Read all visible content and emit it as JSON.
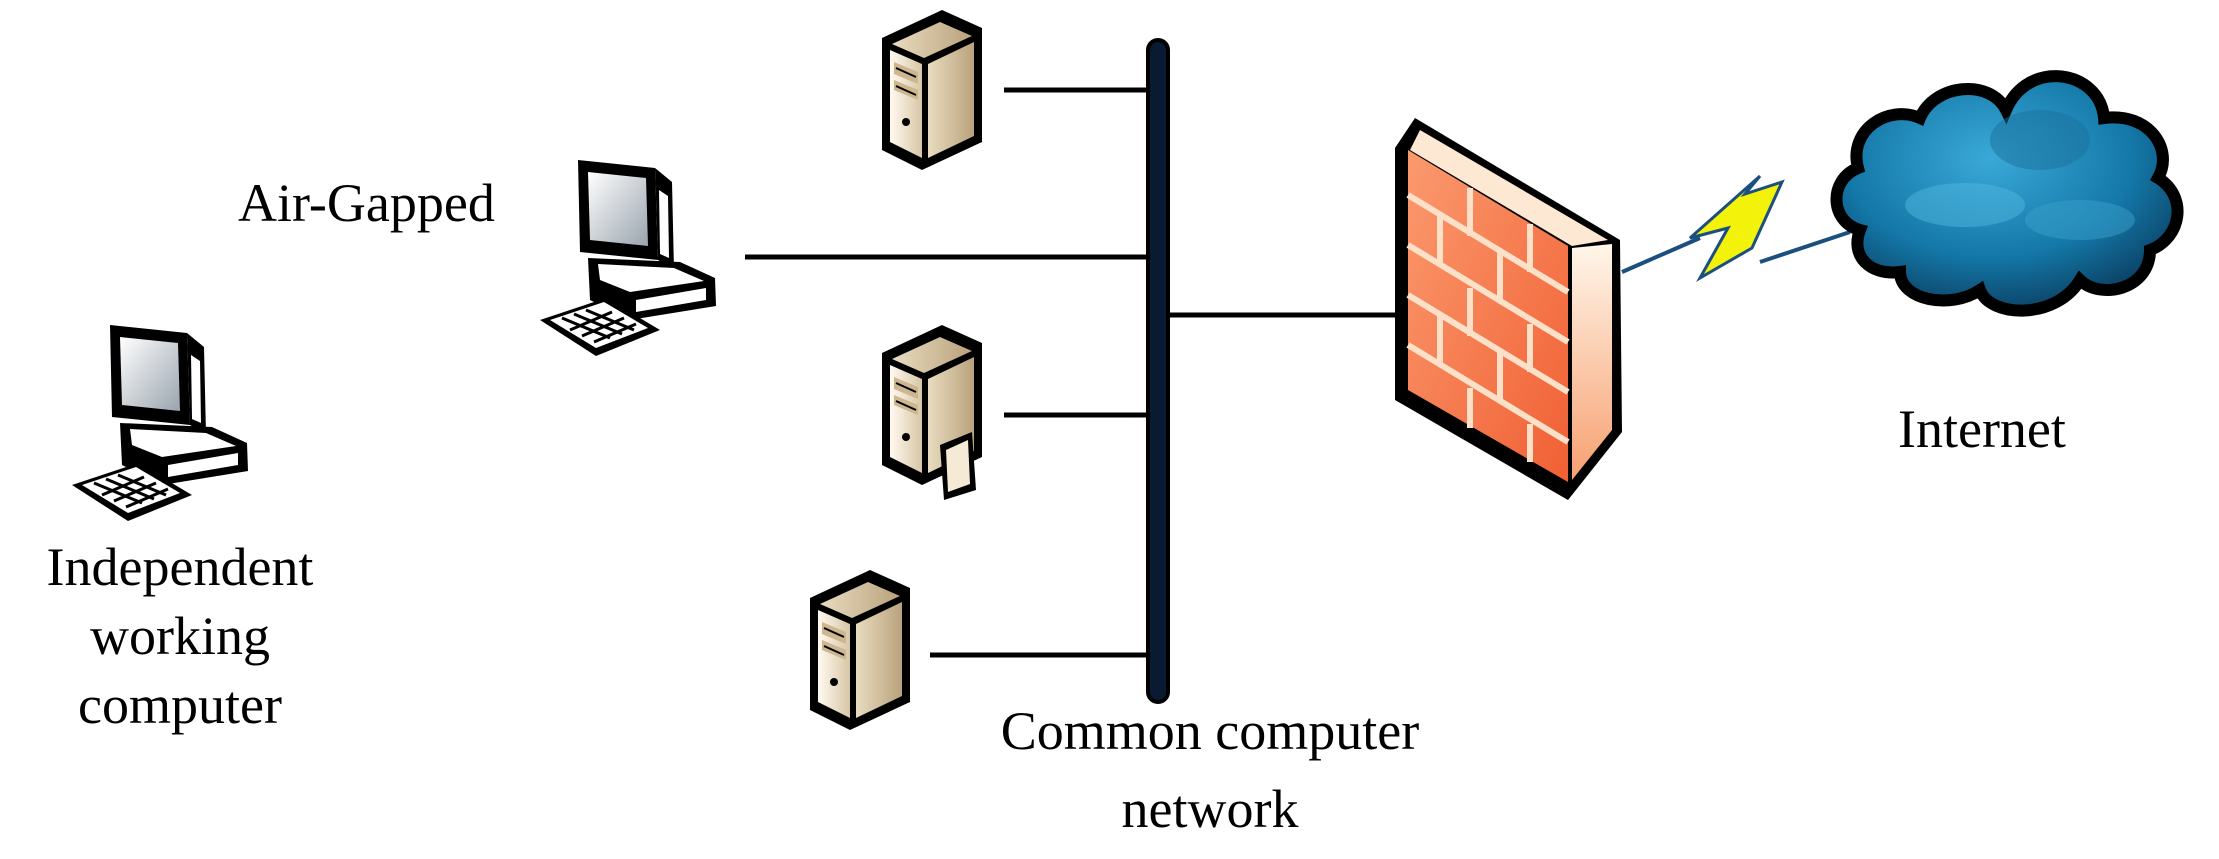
{
  "labels": {
    "air_gapped": "Air-Gapped",
    "independent": [
      "Independent",
      "working",
      "computer"
    ],
    "network": [
      "Common computer",
      "network"
    ],
    "internet": "Internet"
  },
  "nodes": [
    {
      "name": "independent-working-computer",
      "icon": "desktop-computer-icon"
    },
    {
      "name": "air-gapped-computer",
      "icon": "desktop-computer-icon"
    },
    {
      "name": "server-1",
      "icon": "tower-server-icon"
    },
    {
      "name": "server-2",
      "icon": "tower-server-with-drive-icon"
    },
    {
      "name": "server-3",
      "icon": "tower-server-icon"
    },
    {
      "name": "firewall",
      "icon": "brick-firewall-icon"
    },
    {
      "name": "internet-cloud",
      "icon": "cloud-icon"
    },
    {
      "name": "wireless-link",
      "icon": "lightning-bolt-icon"
    }
  ],
  "colors": {
    "firewall_brick": "#f47a52",
    "firewall_mortar": "#fde0c8",
    "cloud": "#1a7fb0",
    "bolt": "#f2f20a",
    "server_body": "#f4ead6",
    "bus": "#0a1a33"
  }
}
